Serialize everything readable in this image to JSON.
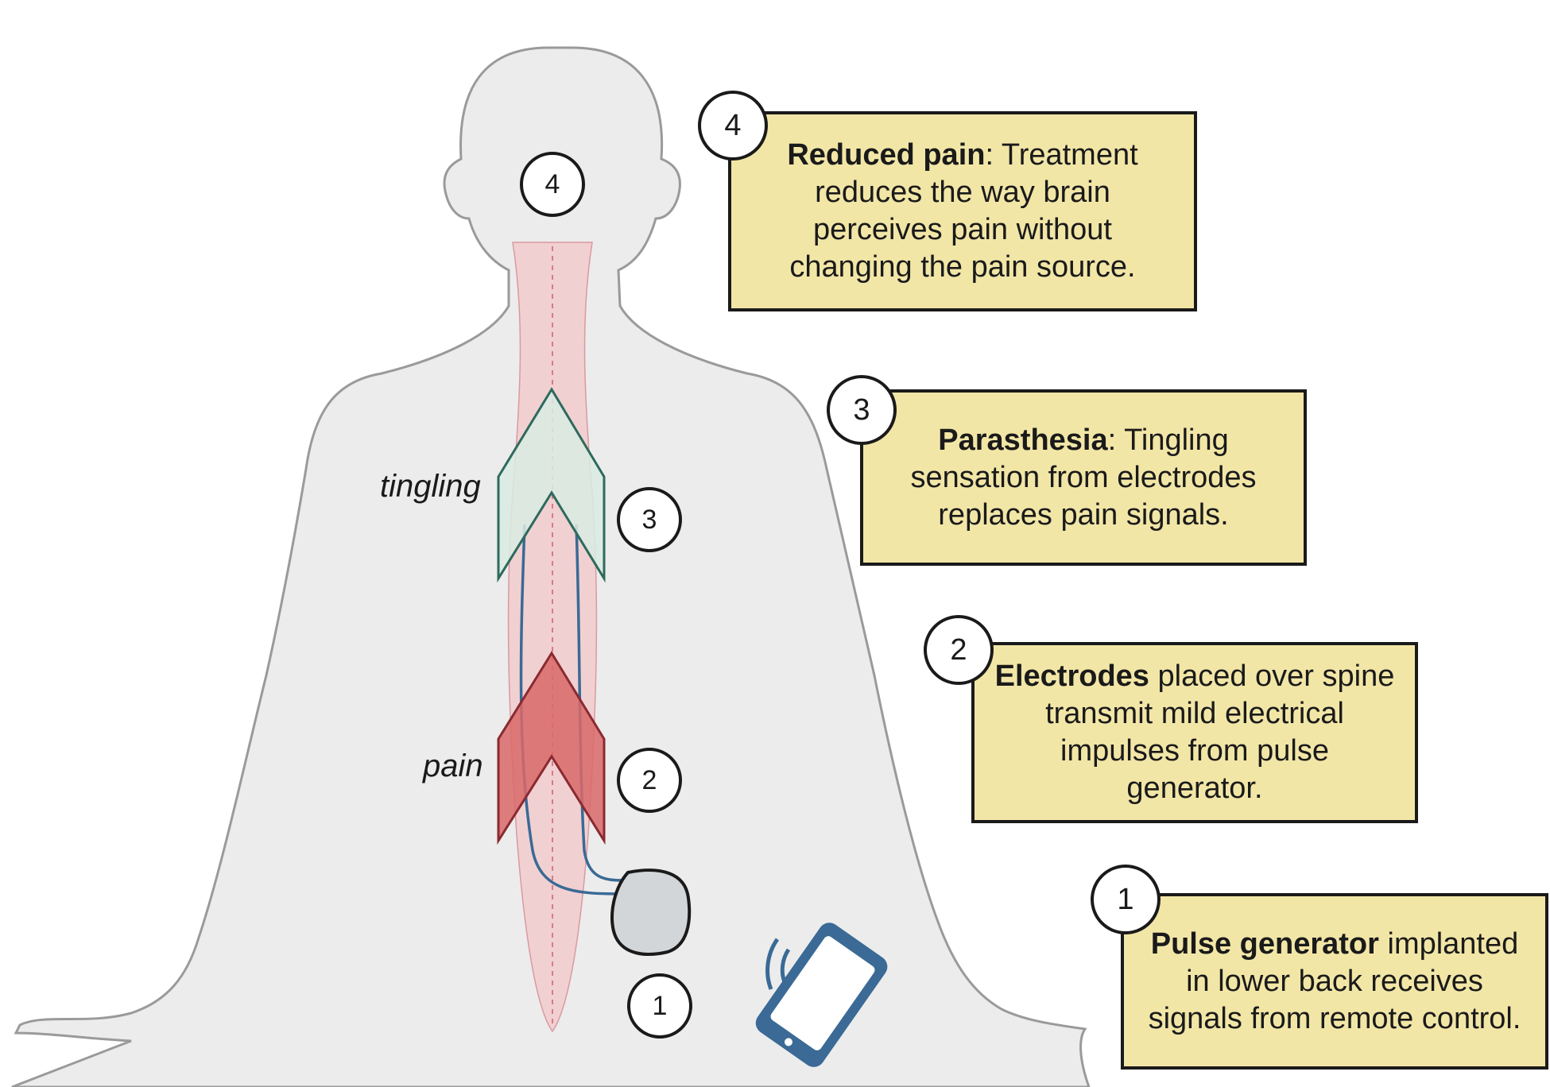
{
  "colors": {
    "body_fill": "#ececec",
    "body_stroke": "#9a9a9a",
    "spine": "#f3c9cc",
    "tingling_fill": "#d9ece4",
    "tingling_stroke": "#2d6a5c",
    "pain_fill": "#d9696a",
    "pain_stroke": "#8a2a30",
    "wire": "#3a6a95",
    "generator": "#d3d6d9",
    "phone": "#3a6a95",
    "callout_fill": "#f2e6a7"
  },
  "body_labels": {
    "tingling": "tingling",
    "pain": "pain",
    "badge_4": "4",
    "badge_3": "3",
    "badge_2": "2",
    "badge_1": "1"
  },
  "callouts": [
    {
      "number": "4",
      "bold": "Reduced pain",
      "text": ": Treatment reduces the way brain perceives pain without changing the pain source."
    },
    {
      "number": "3",
      "bold": "Parasthesia",
      "text": ": Tingling sensation from electrodes replaces pain signals."
    },
    {
      "number": "2",
      "bold": "Electrodes",
      "text": " placed over spine transmit mild electrical impulses from pulse generator."
    },
    {
      "number": "1",
      "bold": "Pulse generator",
      "text": " implanted in lower back receives signals from remote control."
    }
  ],
  "icons": {
    "phone": "remote-control-phone-icon",
    "signal": "wireless-signal-icon",
    "generator": "pulse-generator-device"
  }
}
